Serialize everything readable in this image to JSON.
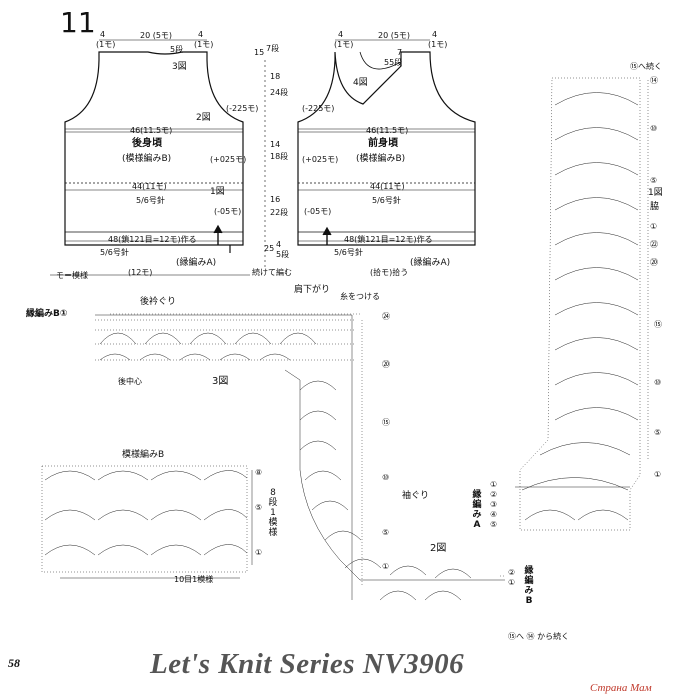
{
  "diagram_number": "11",
  "page_number": "58",
  "footer_title": "Let's Knit Series NV3906",
  "watermark": "Страна Мам",
  "back": {
    "top_widths": [
      "4",
      "(1モ)",
      "20 (5モ)",
      "4",
      "(1モ)"
    ],
    "neck_depth": "5段",
    "fig3": "3図",
    "fig2": "2図",
    "fig1": "1図",
    "armhole_note": "(-225モ)",
    "width_46": "46(11.5モ)",
    "name": "後身頃",
    "pattern": "(模様編みB)",
    "inc_note": "(+025モ)",
    "width_44": "44(11モ)",
    "needle": "5/6号針",
    "dec_note": "(-05モ)",
    "cast_on": "48(鎖121目=12モ)作る",
    "needle_bottom": "5/6号針",
    "bottom_total": "(12モ)",
    "edging": "(縁編みA)",
    "mo_label": "モ＝模様"
  },
  "front": {
    "top_widths": [
      "4",
      "(1モ)",
      "20 (5モ)",
      "4",
      "(1モ)"
    ],
    "neck_depth": "7",
    "neck_depth2": "55段",
    "fig4": "4図",
    "armhole_note": "(-225モ)",
    "width_46": "46(11.5モ)",
    "name": "前身頃",
    "pattern": "(模様編みB)",
    "inc_note": "(+025モ)",
    "width_44": "44(11モ)",
    "needle": "5/6号針",
    "dec_note": "(-05モ)",
    "cast_on": "48(鎖121目=12モ)作る",
    "needle_bottom": "5/6号針",
    "bottom_total": "(拾モ)拾う",
    "edging": "(縁編みA)"
  },
  "height_scale": {
    "values": [
      "15",
      "7段",
      "18",
      "24段",
      "14",
      "18段",
      "16",
      "22段",
      "25",
      "4",
      "5段"
    ],
    "continue": "続けて編む"
  },
  "fig3_section": {
    "edging_label": "縁編みB①",
    "neckline": "後衿ぐり",
    "shoulder": "肩下がり",
    "join": "糸をつける",
    "center": "後中心",
    "fig": "3図",
    "rows": [
      "㉔",
      "⑳",
      "⑮",
      "⑩",
      "⑤",
      "①"
    ]
  },
  "pattern_b": {
    "title": "模様編みB",
    "rows": [
      "⑧",
      "⑤",
      "①"
    ],
    "repeat_label": "8段1模様",
    "mo_count": "10目1模様"
  },
  "fig2_section": {
    "sleeve": "袖ぐり",
    "fig": "2図",
    "edging_label": "縁編みB",
    "rows": [
      "②",
      "①"
    ],
    "continue": "⑮へ ⑭ から続く"
  },
  "fig1_section": {
    "top_note": "⑮へ続く",
    "top_row": "⑭",
    "fig": "1図",
    "armpit": "脇",
    "edging_label": "縁編みA",
    "rows": [
      "⑩",
      "⑤",
      "①",
      "㉒",
      "⑳",
      "⑮",
      "⑩",
      "⑤",
      "①"
    ],
    "edging_rows": [
      "①",
      "②",
      "③",
      "④",
      "⑤"
    ]
  }
}
